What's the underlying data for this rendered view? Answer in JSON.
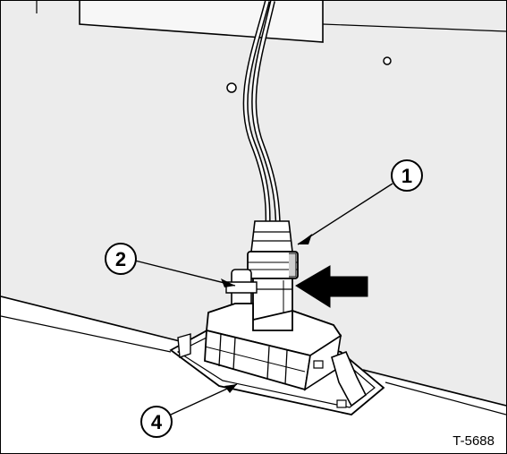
{
  "callouts": [
    {
      "label": "1"
    },
    {
      "label": "2"
    },
    {
      "label": "4"
    }
  ],
  "figure_ref": "T-5688",
  "colors": {
    "line": "#000000",
    "panel_fill": "#ececec",
    "paper": "#ffffff",
    "shade": "#cfcfcf"
  }
}
